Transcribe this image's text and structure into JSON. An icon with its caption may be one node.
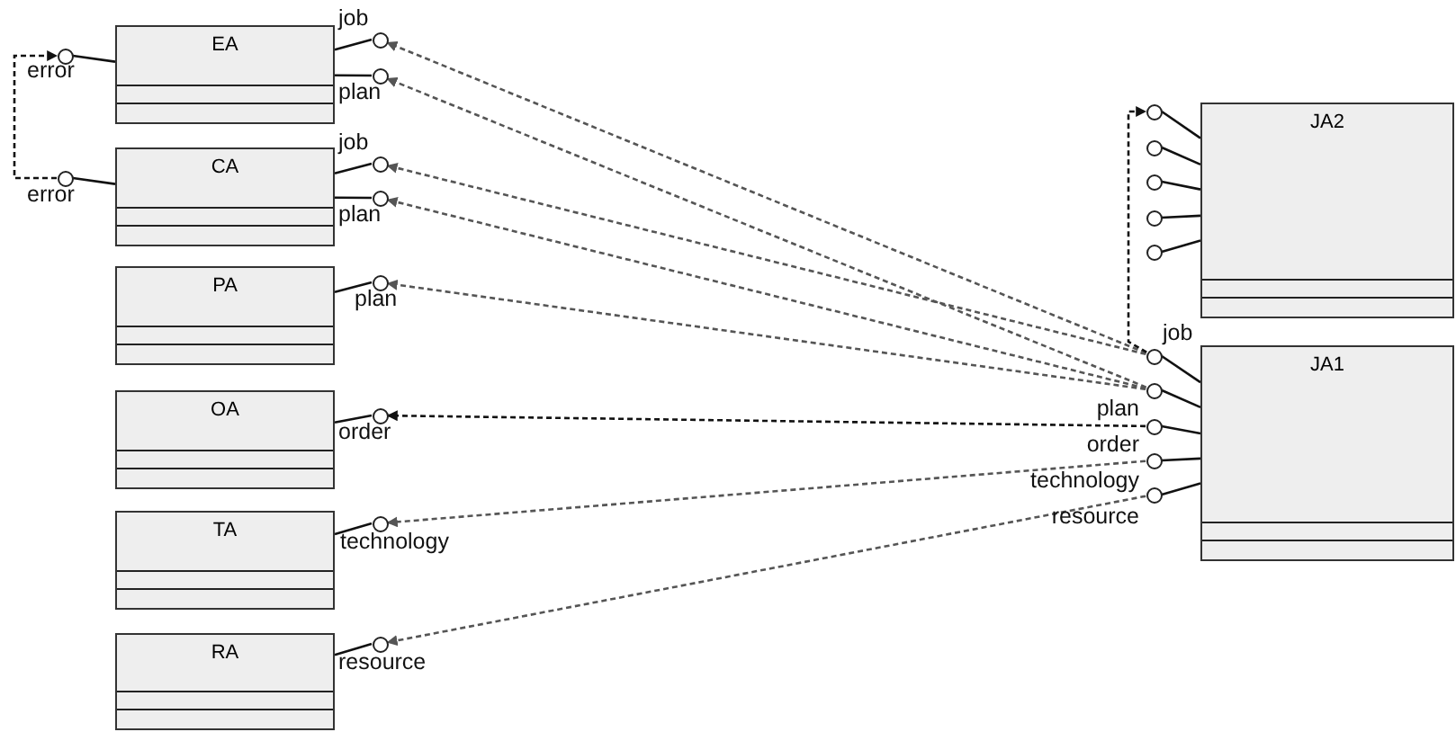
{
  "diagram": {
    "nodes": [
      {
        "text": [
          "EA"
        ]
      },
      {
        "text": [],
        "shape": "circle",
        "beside": [
          "error"
        ]
      },
      {
        "text": [],
        "shape": "circle",
        "beside": [
          "job"
        ]
      },
      {
        "text": [],
        "shape": "circle",
        "beside": [
          "plan"
        ]
      },
      {
        "text": [
          "CA"
        ]
      },
      {
        "text": [],
        "shape": "circle",
        "beside": [
          "error"
        ]
      },
      {
        "text": [],
        "shape": "circle",
        "beside": [
          "job"
        ]
      },
      {
        "text": [],
        "shape": "circle",
        "beside": [
          "plan"
        ]
      },
      {
        "text": [
          "PA"
        ]
      },
      {
        "text": [],
        "shape": "circle",
        "beside": [
          "plan"
        ]
      },
      {
        "text": [
          "OA"
        ]
      },
      {
        "text": [],
        "shape": "circle",
        "beside": [
          "order"
        ]
      },
      {
        "text": [
          "TA"
        ]
      },
      {
        "text": [],
        "shape": "circle",
        "beside": [
          "technology"
        ]
      },
      {
        "text": [
          "RA"
        ]
      },
      {
        "text": [],
        "shape": "circle",
        "beside": [
          "resource"
        ]
      },
      {
        "text": [
          "JA2"
        ]
      },
      {
        "text": [],
        "shape": "circle"
      },
      {
        "text": [],
        "shape": "circle"
      },
      {
        "text": [],
        "shape": "circle"
      },
      {
        "text": [],
        "shape": "circle"
      },
      {
        "text": [],
        "shape": "circle"
      },
      {
        "text": [
          "JA1"
        ]
      },
      {
        "text": [],
        "shape": "circle",
        "beside": [
          "job"
        ]
      },
      {
        "text": [],
        "shape": "circle",
        "beside": [
          "plan"
        ]
      },
      {
        "text": [],
        "shape": "circle",
        "beside": [
          "order"
        ]
      },
      {
        "text": [],
        "shape": "circle",
        "beside": [
          "technology"
        ]
      },
      {
        "text": [],
        "shape": "circle",
        "beside": [
          "resource"
        ]
      }
    ],
    "edges": [
      {
        "from": 1,
        "to": 0,
        "arrow": "none"
      },
      {
        "from": 2,
        "to": 0,
        "arrow": "none"
      },
      {
        "from": 3,
        "to": 0,
        "arrow": "none"
      },
      {
        "from": 5,
        "to": 4,
        "arrow": "none"
      },
      {
        "from": 6,
        "to": 4,
        "arrow": "none"
      },
      {
        "from": 7,
        "to": 4,
        "arrow": "none"
      },
      {
        "from": 9,
        "to": 8,
        "arrow": "none"
      },
      {
        "from": 11,
        "to": 10,
        "arrow": "none"
      },
      {
        "from": 13,
        "to": 12,
        "arrow": "none"
      },
      {
        "from": 15,
        "to": 14,
        "arrow": "none"
      },
      {
        "from": 17,
        "to": 16,
        "arrow": "none"
      },
      {
        "from": 18,
        "to": 16,
        "arrow": "none"
      },
      {
        "from": 19,
        "to": 16,
        "arrow": "none"
      },
      {
        "from": 20,
        "to": 16,
        "arrow": "none"
      },
      {
        "from": 21,
        "to": 16,
        "arrow": "none"
      },
      {
        "from": 23,
        "to": 22,
        "arrow": "none"
      },
      {
        "from": 24,
        "to": 22,
        "arrow": "none"
      },
      {
        "from": 25,
        "to": 22,
        "arrow": "none"
      },
      {
        "from": 26,
        "to": 22,
        "arrow": "none"
      },
      {
        "from": 27,
        "to": 22,
        "arrow": "none"
      },
      {
        "from": 5,
        "to": 1,
        "arrow": "to",
        "style": "dashed"
      },
      {
        "from": 23,
        "to": 2,
        "arrow": "to",
        "style": "dashed",
        "color": "#555555"
      },
      {
        "from": 24,
        "to": 3,
        "arrow": "to",
        "style": "dashed",
        "color": "#555555"
      },
      {
        "from": 23,
        "to": 6,
        "arrow": "to",
        "style": "dashed",
        "color": "#555555"
      },
      {
        "from": 24,
        "to": 7,
        "arrow": "to",
        "style": "dashed",
        "color": "#555555"
      },
      {
        "from": 24,
        "to": 9,
        "arrow": "to",
        "style": "dashed",
        "color": "#555555"
      },
      {
        "from": 25,
        "to": 11,
        "arrow": "to",
        "style": "dashed"
      },
      {
        "from": 26,
        "to": 13,
        "arrow": "to",
        "style": "dashed",
        "color": "#555555"
      },
      {
        "from": 27,
        "to": 15,
        "arrow": "to",
        "style": "dashed",
        "color": "#555555"
      },
      {
        "from": 23,
        "to": 17,
        "arrow": "to",
        "style": "dashed"
      }
    ]
  }
}
